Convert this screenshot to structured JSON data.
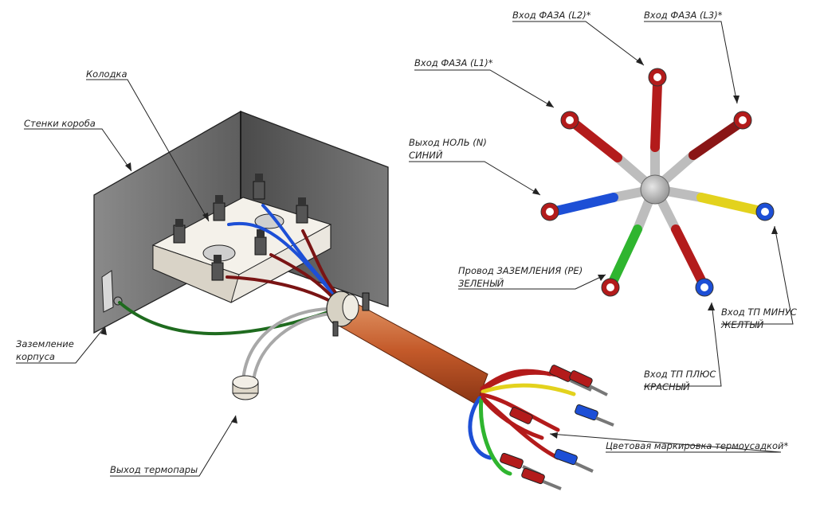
{
  "labels": {
    "l2": "Вход ФАЗА (L2)*",
    "l3": "Вход ФАЗА (L3)*",
    "l1": "Вход ФАЗА (L1)*",
    "kolodka": "Колодка",
    "walls": "Стенки короба",
    "neutral": "Выход НОЛЬ (N)",
    "neutral_color": "СИНИЙ",
    "pe": "Провод ЗАЗЕМЛЕНИЯ (PE)",
    "pe_color": "ЗЕЛЕНЫЙ",
    "tp_minus": "Вход ТП МИНУС",
    "tp_minus_color": "ЖЕЛТЫЙ",
    "tp_plus": "Вход ТП ПЛЮС",
    "tp_plus_color": "КРАСНЫЙ",
    "ground_1": "Заземление",
    "ground_2": "корпуса",
    "thermo_out": "Выход термопары",
    "color_mark": "Цветовая маркировка термоусадкой*"
  },
  "colors": {
    "red": "#b31b1b",
    "blue": "#1d4fd6",
    "yellow": "#e3d21d",
    "green": "#2fb52f",
    "dark_green": "#1f6b1f",
    "grey": "#a8a8a8",
    "sleeve": "#c9602e",
    "box_wall": "#6e6e6e"
  }
}
